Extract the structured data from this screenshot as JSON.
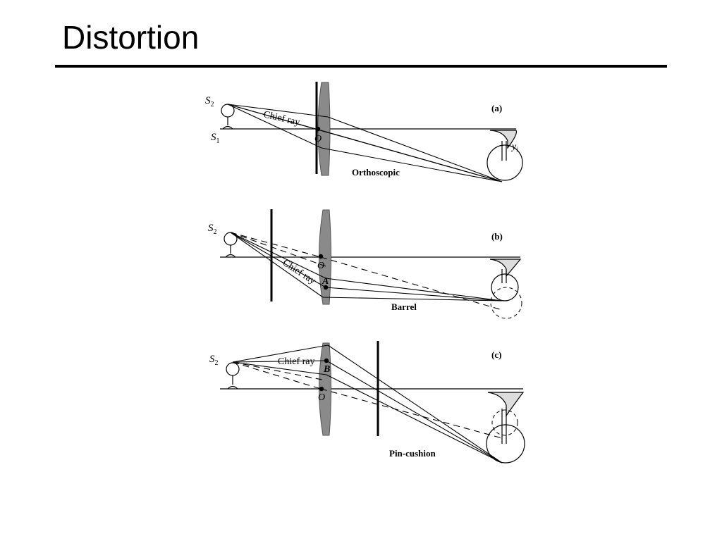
{
  "slide": {
    "title": "Distortion"
  },
  "panels": [
    {
      "id": "a",
      "tag": "(a)",
      "caption": "Orthoscopic",
      "chief_ray": "Chief ray",
      "source_top": "S",
      "source_top_sub": "2",
      "source_bottom": "S",
      "source_bottom_sub": "1",
      "center_point": "O",
      "image_height": "y",
      "image_height_sub": "i"
    },
    {
      "id": "b",
      "tag": "(b)",
      "caption": "Barrel",
      "chief_ray": "Chief ray",
      "source_top": "S",
      "source_top_sub": "2",
      "center_point": "O",
      "stop_point": "A"
    },
    {
      "id": "c",
      "tag": "(c)",
      "caption": "Pin-cushion",
      "chief_ray": "Chief ray",
      "source_top": "S",
      "source_top_sub": "2",
      "center_point": "O",
      "stop_point": "B"
    }
  ]
}
